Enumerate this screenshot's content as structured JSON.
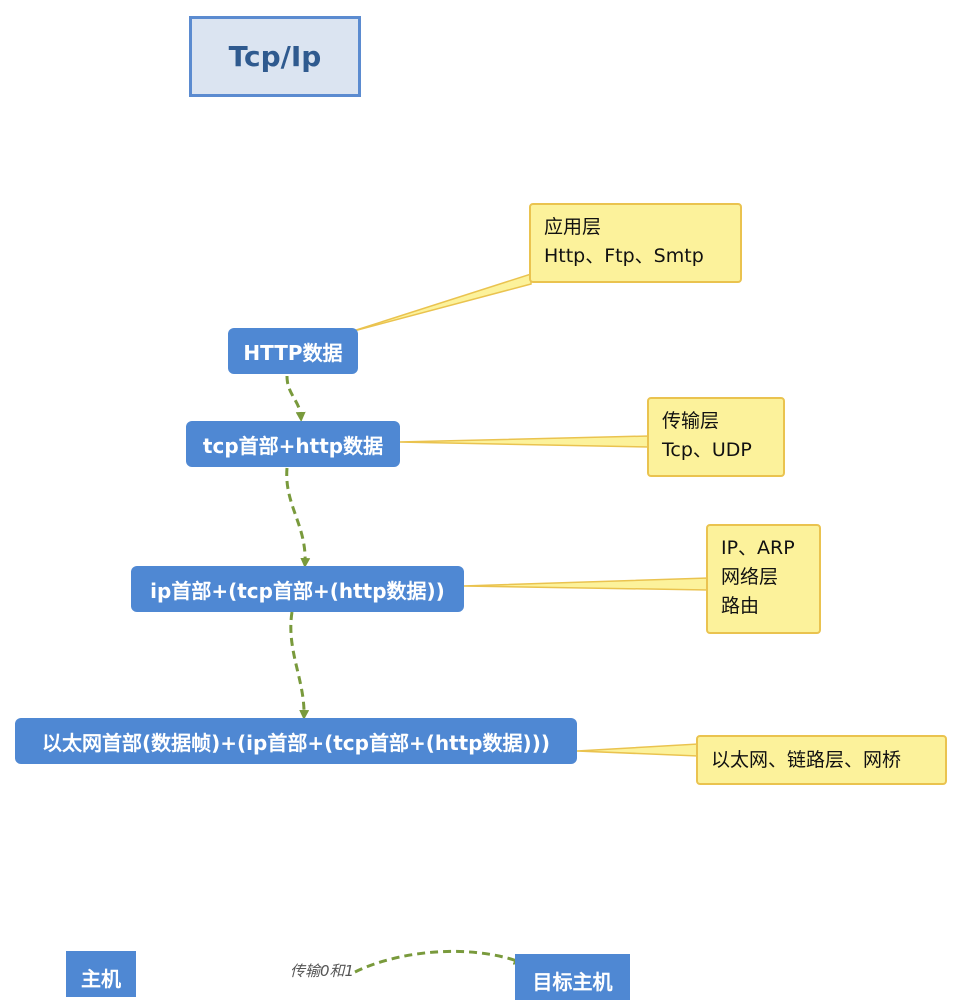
{
  "title": "Tcp/Ip",
  "layers": [
    {
      "label": "HTTP数据"
    },
    {
      "label": "tcp首部+http数据"
    },
    {
      "label": "ip首部+(tcp首部+(http数据))"
    },
    {
      "label": "以太网首部(数据帧)+(ip首部+(tcp首部+(http数据)))"
    }
  ],
  "notes": [
    {
      "lines": [
        "应用层",
        "Http、Ftp、Smtp"
      ]
    },
    {
      "lines": [
        "传输层",
        "Tcp、UDP"
      ]
    },
    {
      "lines": [
        "IP、ARP",
        "网络层",
        "路由"
      ]
    },
    {
      "lines": [
        "以太网、链路层、网桥"
      ]
    }
  ],
  "hosts": {
    "source": "主机",
    "target": "目标主机",
    "transfer_label": "传输0和1"
  },
  "colors": {
    "node_fill": "#4f88d3",
    "note_fill": "#fcf29b",
    "note_border": "#eac34f",
    "connector": "#799a3c",
    "title_border": "#5b8bd0",
    "title_fill": "#dbe4f1"
  }
}
